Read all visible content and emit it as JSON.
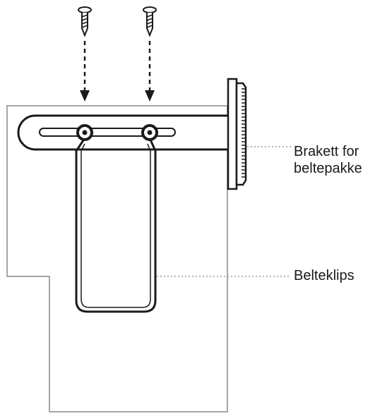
{
  "labels": {
    "bracket_line1": "Brakett for",
    "bracket_line2": "beltepakke",
    "clip": "Belteklips"
  },
  "colors": {
    "stroke": "#1a1a1a",
    "outline_gray": "#a6a6a6",
    "leader": "#9a9a9a"
  },
  "icons": {
    "screw": "screw-icon",
    "arrow": "arrow-down-icon"
  }
}
